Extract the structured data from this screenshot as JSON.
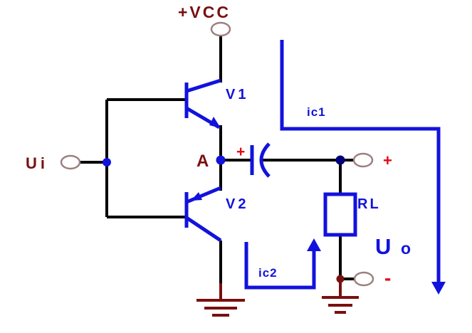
{
  "labels": {
    "vcc": "+VCC",
    "input": "Ui",
    "node_a": "A",
    "v1": "V1",
    "v2": "V2",
    "ic1": "ic1",
    "ic2": "ic2",
    "rl": "RL",
    "uo_u": "U",
    "uo_o": "o",
    "cap_plus": "+",
    "out_plus": "+",
    "out_minus": "-"
  },
  "colors": {
    "wire": "#000000",
    "blue": "#1212dd",
    "maroon": "#7a0f0f",
    "red": "#e30613",
    "terminal": "#9b8080",
    "navy": "#00007a"
  }
}
